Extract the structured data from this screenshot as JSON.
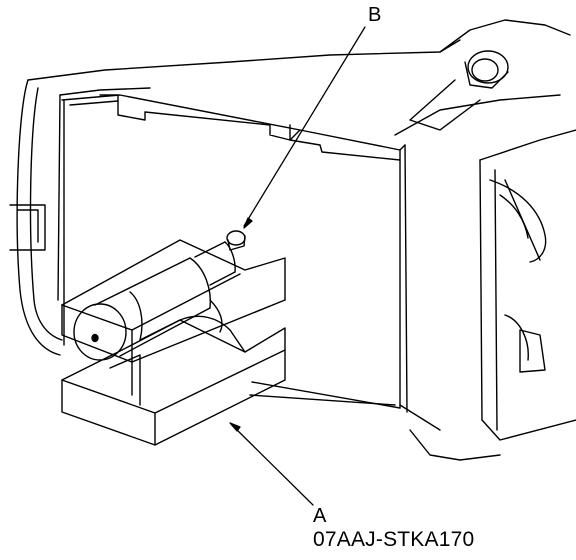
{
  "callouts": {
    "b": {
      "letter": "B"
    },
    "a": {
      "letter": "A",
      "part_number": "07AAJ-STKA170"
    }
  },
  "colors": {
    "line": "#000000",
    "paper": "#ffffff"
  }
}
